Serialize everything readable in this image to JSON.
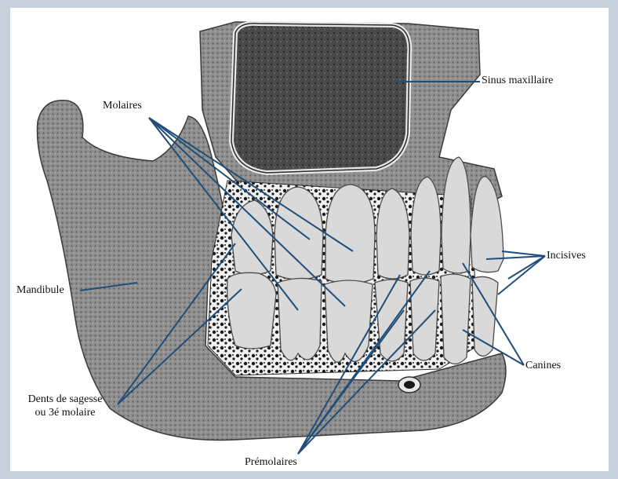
{
  "labels": {
    "sinus": "Sinus maxillaire",
    "molaires": "Molaires",
    "incisives": "Incisives",
    "mandibule": "Mandibule",
    "canines": "Canines",
    "sagesse_line1": "Dents de sagesse",
    "sagesse_line2": "ou 3é molaire",
    "premolaires": "Prémolaires"
  },
  "colors": {
    "background": "#c6d0db",
    "panel": "#ffffff",
    "leader_line": "#1f4e79",
    "bone": "#8a8a8a",
    "bone_dark": "#3a3a3a",
    "tooth": "#d9d9d9"
  }
}
